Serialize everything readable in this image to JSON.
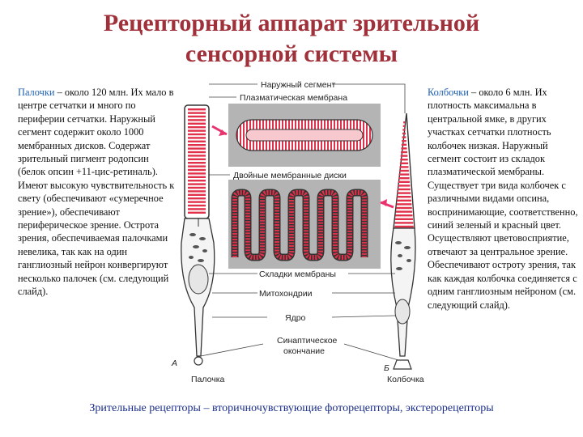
{
  "title": {
    "line1": "Рецепторный аппарат зрительной",
    "line2": "сенсорной системы"
  },
  "left_text": {
    "term": "Палочки",
    "body": " – около 120 млн. Их мало в центре сетчатки и много по периферии сетчатки. Наружный сегмент содержит около 1000 мембранных дисков. Содержат зрительный пигмент родопсин (белок опсин +11-цис-ретиналь). Имеют высокую чувствительность к свету (обеспечивают «сумеречное зрение»), обеспечивают периферическое зрение. Острота зрения, обеспечиваемая палочками невелика, так как на один ганглиозный нейрон конвергируют несколько палочек (см. следующий слайд)."
  },
  "right_text": {
    "term": "Колбочки",
    "body": " – около 6 млн. Их плотность максимальна в центральной ямке, в других участках сетчатки плотность колбочек низкая. Наружный сегмент состоит из складок плазматической мембраны. Существует три вида колбочек с различными видами опсина, воспринимающие, соответственно, синий зеленый и красный цвет. Осуществляют цветовосприятие, отвечают за центральное зрение. Обеспечивают остроту зрения, так как каждая колбочка соединяется с одним ганглиозным нейроном (см. следующий слайд)."
  },
  "diagram": {
    "labels": {
      "outer_segment": "Наружный сегмент",
      "plasma_membrane": "Плазматическая мембрана",
      "double_discs": "Двойные мембранные диски",
      "membrane_folds": "Складки мембраны",
      "mitochondria": "Митохондрии",
      "nucleus": "Ядро",
      "synaptic_line1": "Синаптическое",
      "synaptic_line2": "окончание",
      "rod": "Палочка",
      "cone": "Колбочка",
      "letter_a": "А",
      "letter_b": "Б"
    },
    "colors": {
      "membrane_red": "#e0304a",
      "arrow_pink": "#e8336e",
      "panel_gray": "#b4b4b4"
    }
  },
  "footer": "Зрительные рецепторы – вторичночувствующие фоторецепторы, экстерорецепторы"
}
